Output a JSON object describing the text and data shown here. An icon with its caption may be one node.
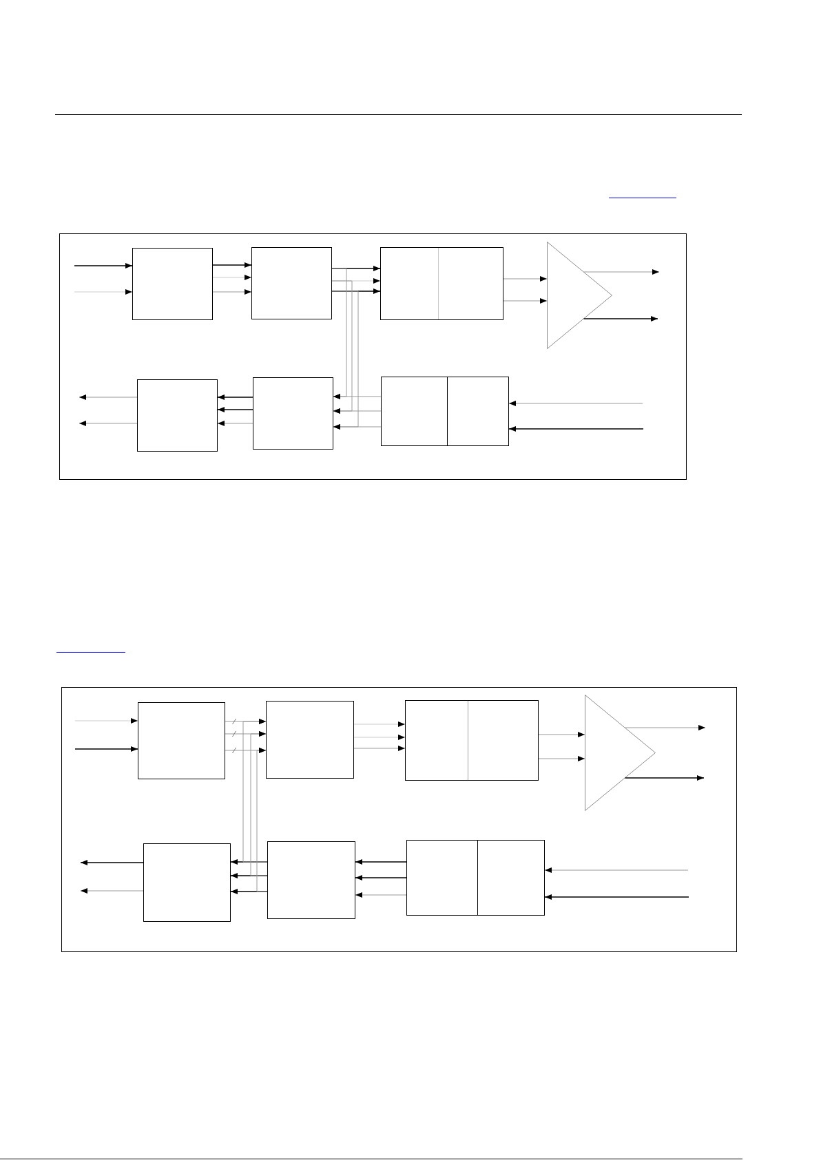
{
  "diagram": {
    "nodes": [
      {
        "text": [],
        "shape": "box"
      },
      {
        "text": [],
        "shape": "box",
        "in": 0
      },
      {
        "text": [],
        "shape": "box",
        "in": 0
      },
      {
        "text": [],
        "shape": "box",
        "in": 0
      },
      {
        "text": [],
        "shape": "triangle",
        "in": 0
      },
      {
        "text": [],
        "shape": "box",
        "in": 0
      },
      {
        "text": [],
        "shape": "box",
        "in": 0
      },
      {
        "text": [],
        "shape": "box",
        "in": 0
      },
      {
        "text": [],
        "shape": "box"
      },
      {
        "text": [],
        "shape": "box",
        "in": 8
      },
      {
        "text": [],
        "shape": "box",
        "in": 8
      },
      {
        "text": [],
        "shape": "box",
        "in": 8
      },
      {
        "text": [],
        "shape": "triangle",
        "in": 8
      },
      {
        "text": [],
        "shape": "box",
        "in": 8
      },
      {
        "text": [],
        "shape": "box",
        "in": 8
      },
      {
        "text": [],
        "shape": "box",
        "in": 8
      }
    ],
    "edges": [
      {
        "from": null,
        "to": 1,
        "arrow": "to",
        "color": "#000000"
      },
      {
        "from": null,
        "to": 1,
        "arrow": "to",
        "color": "#cccccc"
      },
      {
        "from": 1,
        "to": 2,
        "arrow": "to",
        "color": "#000000"
      },
      {
        "from": 1,
        "to": 2,
        "arrow": "to",
        "color": "#cccccc"
      },
      {
        "from": 1,
        "to": 2,
        "arrow": "to"
      },
      {
        "from": 2,
        "to": 3,
        "arrow": "to",
        "color": "#000000"
      },
      {
        "from": 2,
        "to": 3,
        "arrow": "to",
        "color": "#cccccc"
      },
      {
        "from": 2,
        "to": 3,
        "arrow": "to",
        "color": "#000000"
      },
      {
        "from": 2,
        "to": 6,
        "arrow": "to"
      },
      {
        "from": 2,
        "to": 6,
        "arrow": "to"
      },
      {
        "from": 2,
        "to": 6,
        "arrow": "to"
      },
      {
        "from": 7,
        "to": 6,
        "arrow": "to"
      },
      {
        "from": 7,
        "to": 6,
        "arrow": "to"
      },
      {
        "from": 7,
        "to": 6,
        "arrow": "to"
      },
      {
        "from": 3,
        "to": 4,
        "arrow": "to"
      },
      {
        "from": 3,
        "to": 4,
        "arrow": "to"
      },
      {
        "from": 4,
        "to": null,
        "arrow": "to"
      },
      {
        "from": 4,
        "to": null,
        "arrow": "to",
        "color": "#000000"
      },
      {
        "from": null,
        "to": 7,
        "arrow": "to"
      },
      {
        "from": null,
        "to": 7,
        "arrow": "to",
        "color": "#000000"
      },
      {
        "from": 6,
        "to": 5,
        "arrow": "to",
        "color": "#000000"
      },
      {
        "from": 6,
        "to": 5,
        "arrow": "to",
        "color": "#000000"
      },
      {
        "from": 6,
        "to": 5,
        "arrow": "to"
      },
      {
        "from": 5,
        "to": null,
        "arrow": "to"
      },
      {
        "from": 5,
        "to": null,
        "arrow": "to"
      },
      {
        "from": null,
        "to": 9,
        "arrow": "to",
        "color": "#cccccc"
      },
      {
        "from": null,
        "to": 9,
        "arrow": "to",
        "color": "#000000"
      },
      {
        "from": 9,
        "to": 10,
        "arrow": "to"
      },
      {
        "from": 9,
        "to": 10,
        "arrow": "to"
      },
      {
        "from": 9,
        "to": 10,
        "arrow": "to"
      },
      {
        "from": 10,
        "to": 11,
        "arrow": "to",
        "color": "#cccccc"
      },
      {
        "from": 10,
        "to": 11,
        "arrow": "to",
        "color": "#cccccc"
      },
      {
        "from": 10,
        "to": 11,
        "arrow": "to"
      },
      {
        "from": 11,
        "to": 12,
        "arrow": "to"
      },
      {
        "from": 11,
        "to": 12,
        "arrow": "to"
      },
      {
        "from": 12,
        "to": null,
        "arrow": "to"
      },
      {
        "from": 12,
        "to": null,
        "arrow": "to",
        "color": "#000000"
      },
      {
        "from": null,
        "to": 15,
        "arrow": "to"
      },
      {
        "from": null,
        "to": 15,
        "arrow": "to",
        "color": "#000000"
      },
      {
        "from": 15,
        "to": 14,
        "arrow": "to",
        "color": "#000000"
      },
      {
        "from": 15,
        "to": 14,
        "arrow": "to",
        "color": "#000000"
      },
      {
        "from": 15,
        "to": 14,
        "arrow": "to"
      },
      {
        "from": 14,
        "to": 13,
        "arrow": "to",
        "color": "#000000"
      },
      {
        "from": 14,
        "to": 13,
        "arrow": "to",
        "color": "#000000"
      },
      {
        "from": 14,
        "to": 13,
        "arrow": "to",
        "color": "#000000"
      },
      {
        "from": 14,
        "to": 10,
        "arrow": "to"
      },
      {
        "from": 14,
        "to": 10,
        "arrow": "to"
      },
      {
        "from": 14,
        "to": 10,
        "arrow": "to"
      },
      {
        "from": 13,
        "to": null,
        "arrow": "to",
        "color": "#000000"
      },
      {
        "from": 13,
        "to": null,
        "arrow": "to"
      }
    ]
  }
}
